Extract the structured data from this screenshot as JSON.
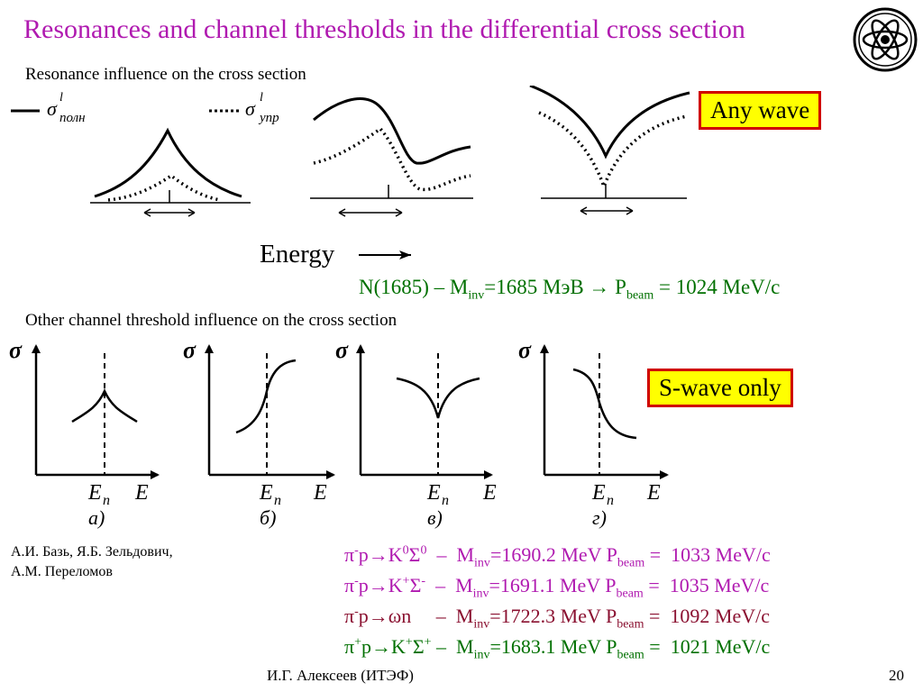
{
  "title": "Resonances and channel thresholds in the differential cross section",
  "resonance_heading": "Resonance influence on the cross section",
  "legend": {
    "solid_label": "σ",
    "solid_sup": "l",
    "solid_sub": "полн",
    "dotted_label": "σ",
    "dotted_sup": "l",
    "dotted_sub": "упр"
  },
  "any_wave_label": "Any wave",
  "energy_label": "Energy",
  "n1685": {
    "prefix": "N(1685) – M",
    "m_sub": "inv",
    "mid": "=1685 МэВ  → P",
    "p_sub": "beam",
    "suffix": " = 1024 MeV/c"
  },
  "threshold_heading": "Other channel threshold influence on the cross section",
  "s_wave_label": "S-wave only",
  "threshold_plots": [
    {
      "axis_y": "σ",
      "en": "E",
      "en_sub": "n",
      "axis_x": "E",
      "caption": "а)"
    },
    {
      "axis_y": "σ",
      "en": "E",
      "en_sub": "n",
      "axis_x": "E",
      "caption": "б)"
    },
    {
      "axis_y": "σ",
      "en": "E",
      "en_sub": "n",
      "axis_x": "E",
      "caption": "в)"
    },
    {
      "axis_y": "σ",
      "en": "E",
      "en_sub": "n",
      "axis_x": "E",
      "caption": "г)"
    }
  ],
  "authors": [
    "А.И. Базь, Я.Б. Зельдович,",
    "А.М. Переломов"
  ],
  "reactions": [
    {
      "pi": "π",
      "pi_sup": "-",
      "rest": "p→K",
      "k_sup": "0",
      "sigma": "Σ",
      "s_sup": "0",
      "gap": "  –  M",
      "m_sub": "inv",
      "mass": "=1690.2 MeV  P",
      "p_sub": "beam",
      "p": " =  1033 MeV/c"
    },
    {
      "pi": "π",
      "pi_sup": "-",
      "rest": "p→K",
      "k_sup": "+",
      "sigma": "Σ",
      "s_sup": "-",
      "gap": "  –  M",
      "m_sub": "inv",
      "mass": "=1691.1 MeV  P",
      "p_sub": "beam",
      "p": " =  1035 MeV/c"
    },
    {
      "pi": "π",
      "pi_sup": "-",
      "rest": "p→ωn",
      "k_sup": "",
      "sigma": "",
      "s_sup": "",
      "gap": "     –  M",
      "m_sub": "inv",
      "mass": "=1722.3 MeV  P",
      "p_sub": "beam",
      "p": " =  1092 MeV/c"
    },
    {
      "pi": "π",
      "pi_sup": "+",
      "rest": "p→K",
      "k_sup": "+",
      "sigma": "Σ",
      "s_sup": "+",
      "gap": " –  M",
      "m_sub": "inv",
      "mass": "=1683.1 MeV  P",
      "p_sub": "beam",
      "p": " =  1021 MeV/c"
    }
  ],
  "footer": "И.Г. Алексеев (ИТЭФ)",
  "page_number": "20",
  "icons": {
    "logo": "itep-logo-icon",
    "arrow": "right-arrow-icon"
  },
  "colors": {
    "title": "#b01ab0",
    "green": "#007000",
    "tag_border": "#d00000",
    "tag_bg": "#ffff00"
  }
}
